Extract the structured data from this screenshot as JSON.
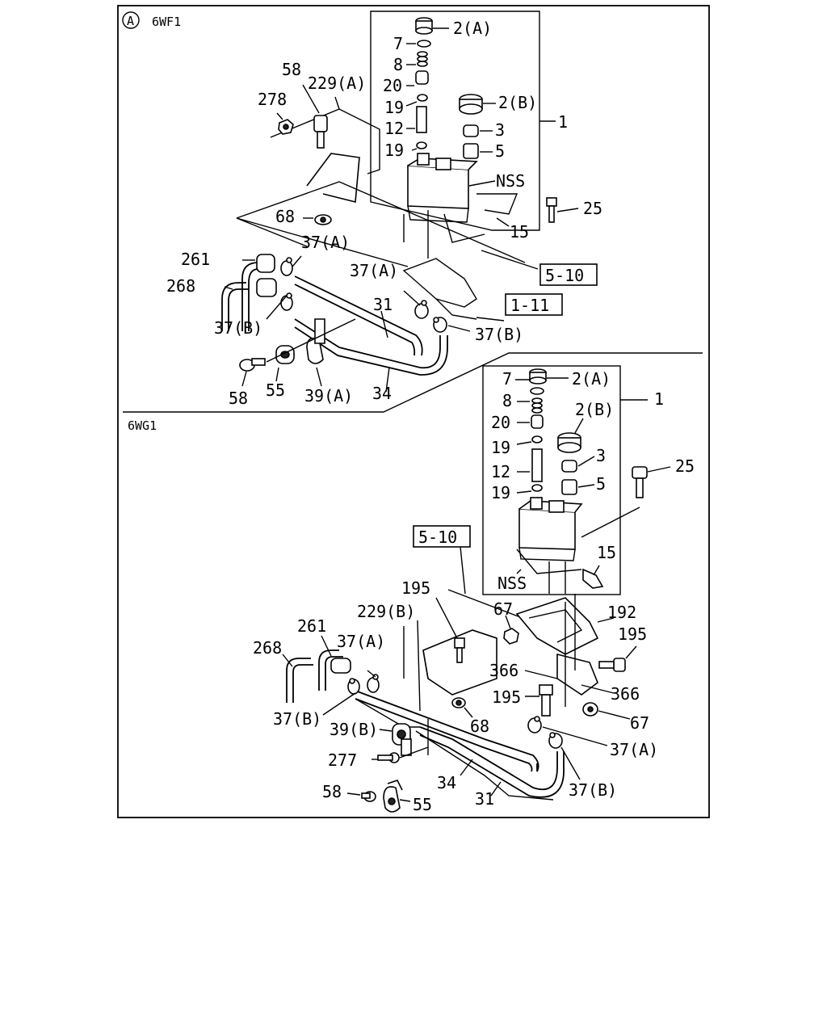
{
  "sections": {
    "top": {
      "circle_letter": "A",
      "model": "6WF1"
    },
    "bottom": {
      "model": "6WG1"
    }
  },
  "refs": {
    "top_5_10": "5-10",
    "top_1_11": "1-11",
    "bottom_5_10": "5-10"
  },
  "top_labels": {
    "p2a": "2(A)",
    "p7": "7",
    "p8": "8",
    "p20": "20",
    "p19a": "19",
    "p12": "12",
    "p19b": "19",
    "p2b": "2(B)",
    "p3": "3",
    "p5": "5",
    "p1": "1",
    "nss": "NSS",
    "p25": "25",
    "p15": "15",
    "p58a": "58",
    "p229a": "229(A)",
    "p278": "278",
    "p68": "68",
    "p261": "261",
    "p268": "268",
    "p37a_1": "37(A)",
    "p37a_2": "37(A)",
    "p31": "31",
    "p37b_1": "37(B)",
    "p37b_2": "37(B)",
    "p58b": "58",
    "p55": "55",
    "p39a": "39(A)",
    "p34": "34"
  },
  "bottom_labels": {
    "p7": "7",
    "p2a": "2(A)",
    "p8": "8",
    "p1": "1",
    "p2b": "2(B)",
    "p20": "20",
    "p19a": "19",
    "p3": "3",
    "p12": "12",
    "p5": "5",
    "p19b": "19",
    "p25": "25",
    "p15": "15",
    "nss": "NSS",
    "p195a": "195",
    "p67a": "67",
    "p192": "192",
    "p229b": "229(B)",
    "p261": "261",
    "p195b": "195",
    "p268": "268",
    "p37a_1": "37(A)",
    "p366a": "366",
    "p366b": "366",
    "p195c": "195",
    "p37b_1": "37(B)",
    "p67b": "67",
    "p68": "68",
    "p39b": "39(B)",
    "p37a_2": "37(A)",
    "p277": "277",
    "p34": "34",
    "p37b_2": "37(B)",
    "p58": "58",
    "p55": "55",
    "p31": "31"
  },
  "icons": [
    "circle-letter-icon",
    "reservoir-tank-icon",
    "cap-icon",
    "o-ring-icon",
    "spring-icon",
    "bolt-icon",
    "nut-icon",
    "clip-icon",
    "clamp-icon",
    "hose-icon",
    "bracket-icon"
  ]
}
